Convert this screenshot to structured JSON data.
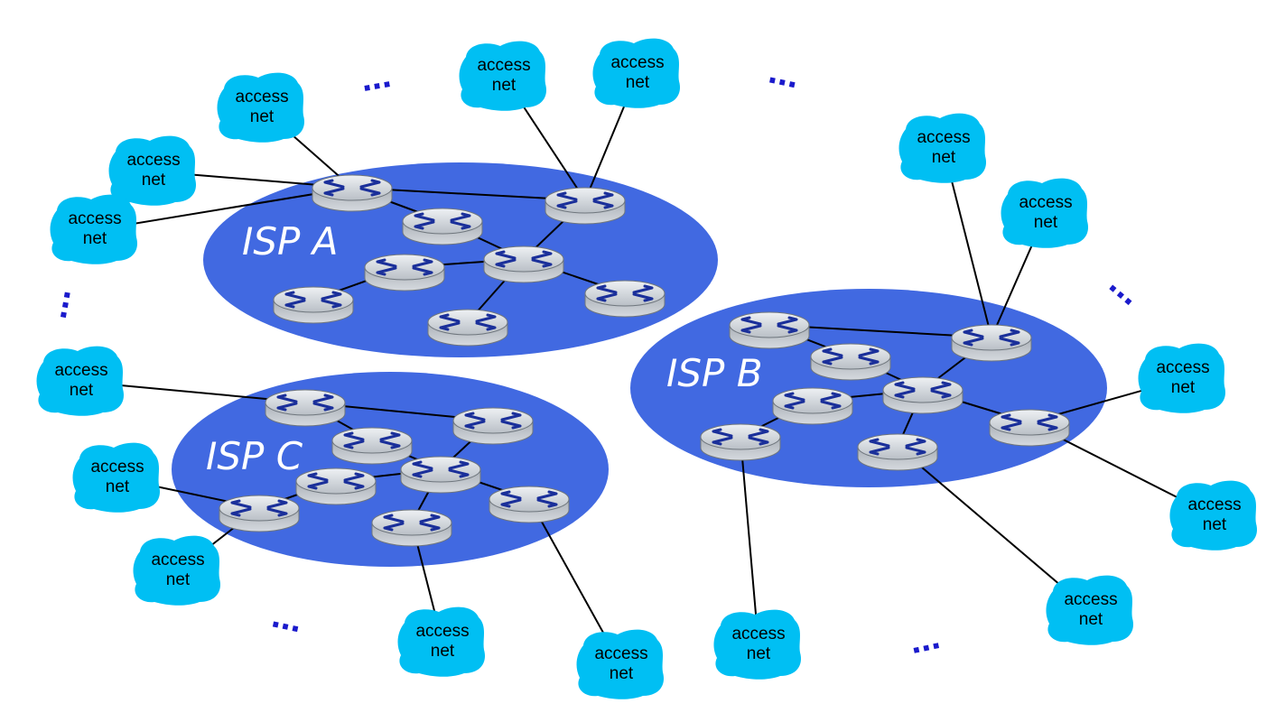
{
  "colors": {
    "isp_fill": "#4169e1",
    "access_net_fill": "#00bff3",
    "router_body": "#c4c9ce",
    "router_arrows": "#1a2f9a"
  },
  "isps": [
    {
      "id": "A",
      "label": "ISP A"
    },
    {
      "id": "B",
      "label": "ISP B"
    },
    {
      "id": "C",
      "label": "ISP C"
    }
  ],
  "access_net": {
    "line1": "access",
    "line2": "net"
  },
  "ellipsis": "..."
}
